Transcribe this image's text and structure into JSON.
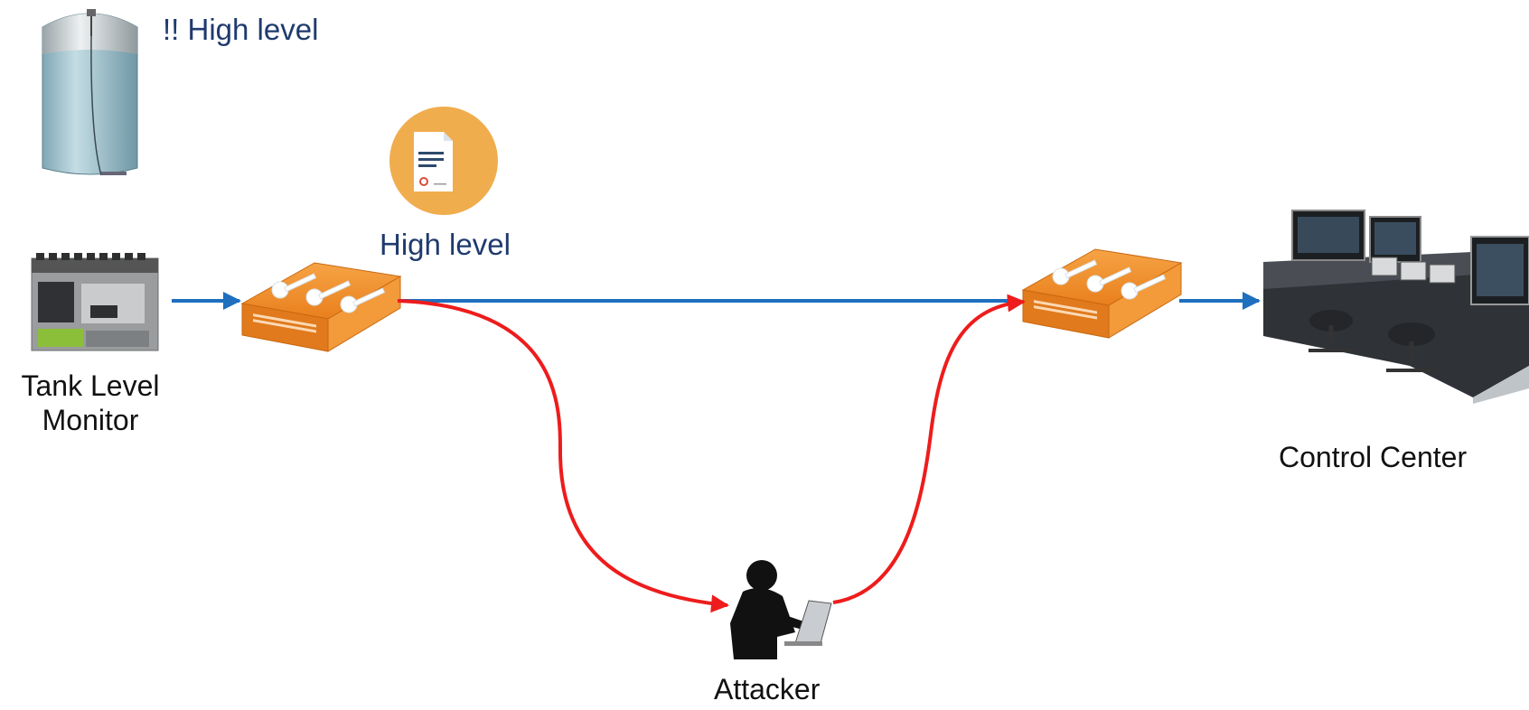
{
  "tank": {
    "alert_text": "!! High level"
  },
  "certificate": {
    "label": "High level"
  },
  "plc": {
    "label_line1": "Tank Level",
    "label_line2": "Monitor"
  },
  "control_center": {
    "label": "Control Center"
  },
  "attacker": {
    "label": "Attacker"
  },
  "colors": {
    "normal_flow": "#1f6fbf",
    "attack_flow": "#ee1c1c",
    "device_orange": "#f08a24",
    "certificate_circle": "#f0ad4e",
    "label_blue": "#1f3a6e"
  },
  "icons": {
    "tank": "storage-tank-icon",
    "certificate": "certificate-icon",
    "plc": "plc-device-icon",
    "encryptor_left": "key-encryptor-icon",
    "encryptor_right": "key-encryptor-icon",
    "control_center": "control-center-icon",
    "attacker": "attacker-laptop-icon"
  }
}
